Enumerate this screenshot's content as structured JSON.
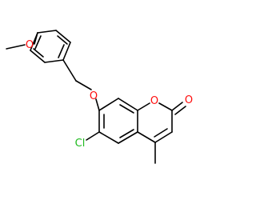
{
  "molecule": {
    "atoms": {
      "methoxy_oxygen": {
        "symbol": "O",
        "color": "#ff0d0d"
      },
      "ether_oxygen": {
        "symbol": "O",
        "color": "#ff0d0d"
      },
      "ring_oxygen": {
        "symbol": "O",
        "color": "#ff0d0d"
      },
      "carbonyl_oxygen": {
        "symbol": "O",
        "color": "#ff0d0d"
      },
      "chlorine": {
        "symbol": "Cl",
        "color": "#1fba1f"
      }
    },
    "bond_color": "#000000"
  }
}
